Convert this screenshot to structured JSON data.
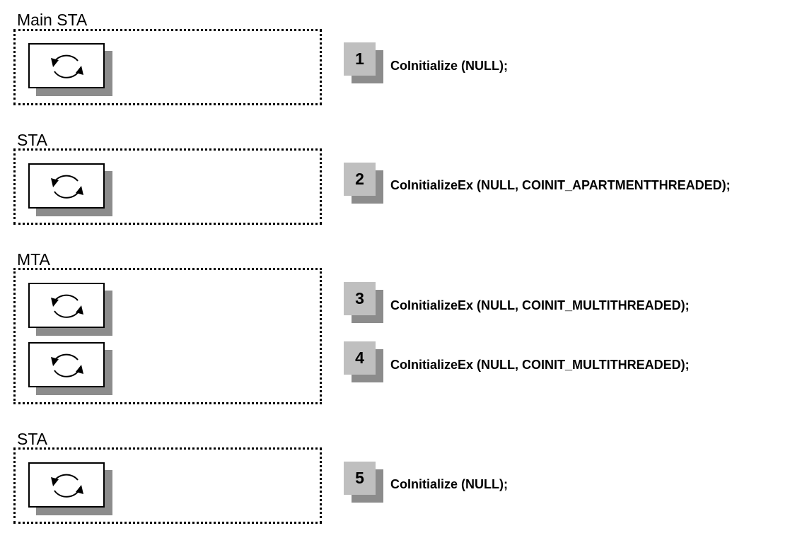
{
  "apartments": [
    {
      "title": "Main STA"
    },
    {
      "title": "STA"
    },
    {
      "title": "MTA"
    },
    {
      "title": "STA"
    }
  ],
  "steps": [
    {
      "number": "1",
      "call": "CoInitialize (NULL);"
    },
    {
      "number": "2",
      "call": "CoInitializeEx (NULL, COINIT_APARTMENTTHREADED);"
    },
    {
      "number": "3",
      "call": "CoInitializeEx (NULL, COINIT_MULTITHREADED);"
    },
    {
      "number": "4",
      "call": "CoInitializeEx (NULL, COINIT_MULTITHREADED);"
    },
    {
      "number": "5",
      "call": "CoInitialize (NULL);"
    }
  ],
  "thread_icon": "circular-arrows-icon",
  "colors": {
    "step_face": "#bfbfbf",
    "shadow": "#8c8c8c",
    "border": "#000000"
  }
}
